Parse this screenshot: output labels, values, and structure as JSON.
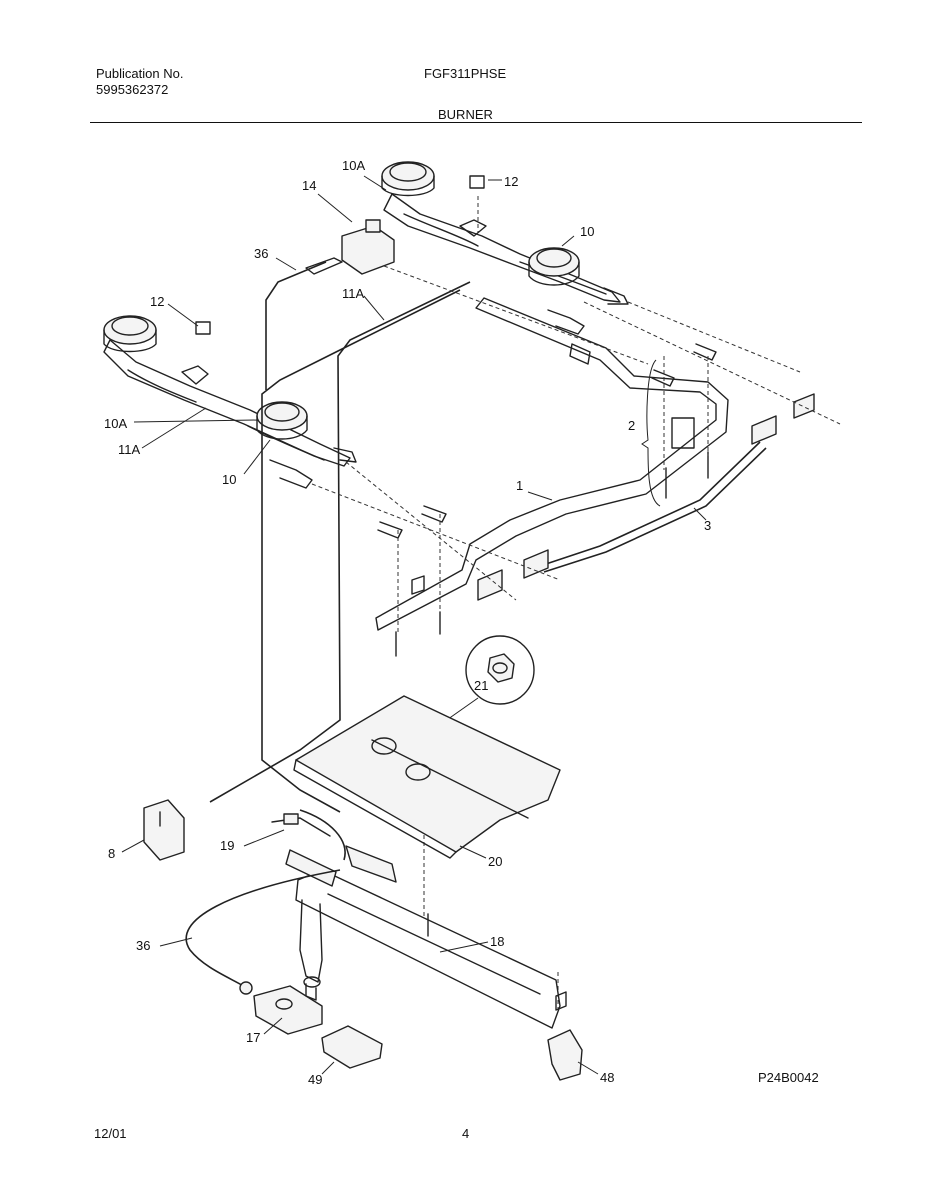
{
  "header": {
    "publication_label": "Publication No.",
    "publication_number": "5995362372",
    "model": "FGF311PHSE",
    "section_title": "BURNER"
  },
  "footer": {
    "date": "12/01",
    "page_number": "4",
    "figure_code": "P24B0042"
  },
  "callouts": {
    "c10a_top": "10A",
    "c14": "14",
    "c12_top": "12",
    "c10_top": "10",
    "c36_top": "36",
    "c11a_mid": "11A",
    "c12_left": "12",
    "c10a_left": "10A",
    "c11a_left": "11A",
    "c10_left": "10",
    "c2": "2",
    "c1": "1",
    "c3": "3",
    "c21": "21",
    "c8": "8",
    "c19": "19",
    "c20": "20",
    "c36_bottom": "36",
    "c18": "18",
    "c17": "17",
    "c49": "49",
    "c48": "48"
  }
}
